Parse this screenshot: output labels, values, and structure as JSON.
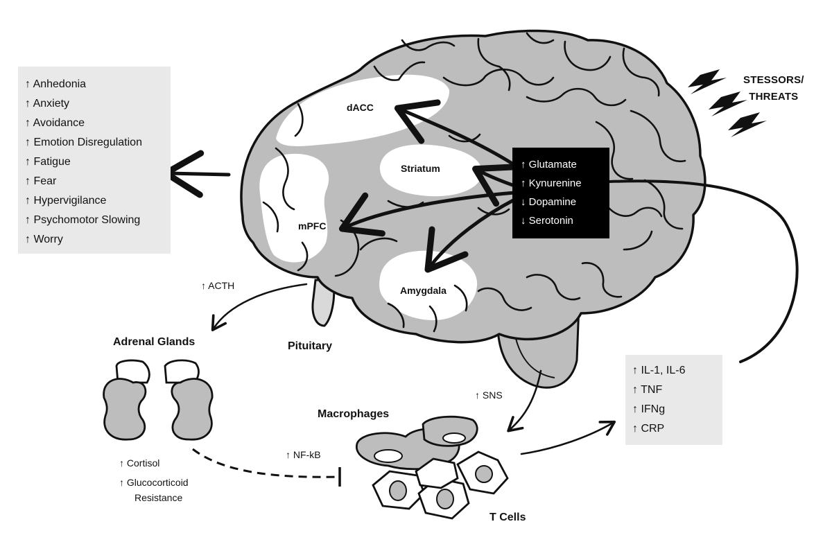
{
  "symptoms": [
    "↑  Anhedonia",
    "↑  Anxiety",
    "↑  Avoidance",
    "↑  Emotion Disregulation",
    "↑  Fatigue",
    "↑  Fear",
    "↑  Hypervigilance",
    "↑  Psychomotor Slowing",
    "↑  Worry"
  ],
  "neurotransmitters": [
    "↑  Glutamate",
    "↑  Kynurenine",
    "↓  Dopamine",
    "↓  Serotonin"
  ],
  "brain_regions": {
    "dacc": "dACC",
    "striatum": "Striatum",
    "mpfc": "mPFC",
    "amygdala": "Amygdala"
  },
  "stressors": {
    "line1": "STESSORS/",
    "line2": "THREATS"
  },
  "labels": {
    "acth": "↑  ACTH",
    "adrenal_glands": "Adrenal Glands",
    "pituitary": "Pituitary",
    "macrophages": "Macrophages",
    "t_cells": "T Cells",
    "sns": "↑  SNS",
    "nfkb": "↑  NF-kB",
    "cortisol": "↑  Cortisol",
    "gluco_line1": "↑  Glucocorticoid",
    "gluco_line2": "Resistance"
  },
  "cytokines": [
    "↑  IL-1, IL-6",
    "↑  TNF",
    "↑  IFNg",
    "↑  CRP"
  ],
  "colors": {
    "tissue_gray": "#bdbdbd",
    "highlight_white": "#ffffff",
    "box_gray": "#e9e9e9",
    "ink": "#111111"
  }
}
